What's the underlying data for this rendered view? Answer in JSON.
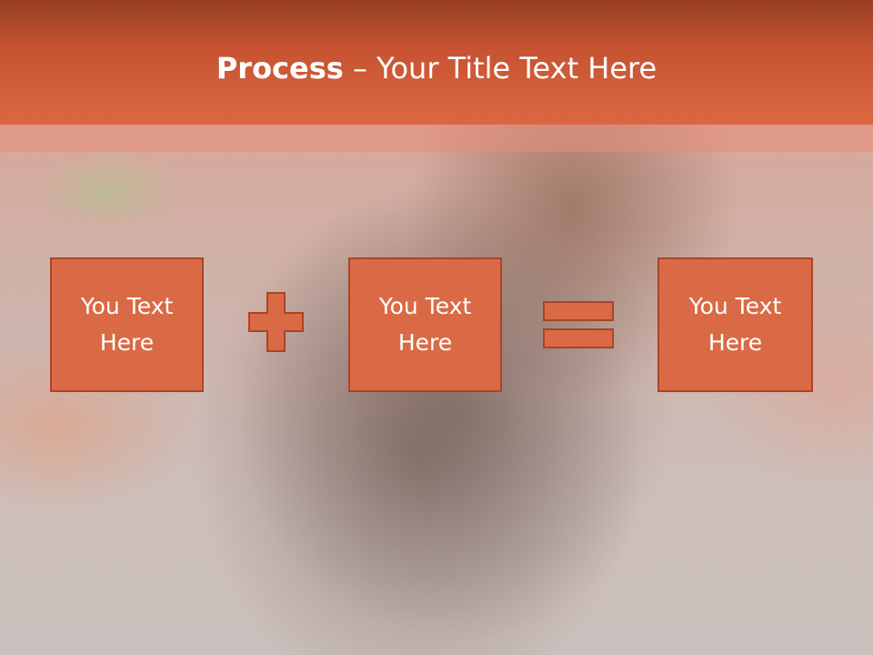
{
  "slide": {
    "title_bold": "Process",
    "title_separator": " – ",
    "title_rest": "Your Title Text Here"
  },
  "process": {
    "boxes": [
      {
        "text": "You Text\nHere"
      },
      {
        "text": "You Text\nHere"
      },
      {
        "text": "You Text\nHere"
      }
    ],
    "operators": [
      "plus-icon",
      "equals-icon"
    ]
  },
  "colors": {
    "header_top": "#983f23",
    "header_bottom": "#dc6742",
    "box_fill": "#da6a45",
    "box_border": "#a84527",
    "text": "#ffffff"
  }
}
